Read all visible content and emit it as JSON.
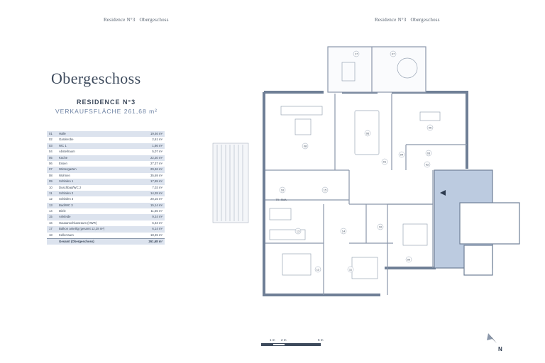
{
  "header": {
    "left": {
      "residence": "Residence N°3",
      "floor": "Obergeschoss"
    },
    "right": {
      "residence": "Residence N°3",
      "floor": "Obergeschoss"
    }
  },
  "title": "Obergeschoss",
  "residence": "RESIDENCE N°3",
  "area": "VERKAUFSFLÄCHE 261,68 m²",
  "rooms": [
    {
      "num": "01",
      "name": "Halle",
      "size": "19,46 m²"
    },
    {
      "num": "02",
      "name": "Garderobe",
      "size": "2,61 m²"
    },
    {
      "num": "03",
      "name": "WC 1",
      "size": "1,86 m²"
    },
    {
      "num": "04",
      "name": "Abstellraum",
      "size": "5,07 m²"
    },
    {
      "num": "05",
      "name": "Küche",
      "size": "22,20 m²"
    },
    {
      "num": "06",
      "name": "Essen",
      "size": "27,37 m²"
    },
    {
      "num": "07",
      "name": "Wintergarten",
      "size": "29,46 m²"
    },
    {
      "num": "08",
      "name": "Wohnen",
      "size": "35,69 m²"
    },
    {
      "num": "09",
      "name": "Schlafen 1",
      "size": "17,55 m²"
    },
    {
      "num": "10",
      "name": "Duschbad/WC 2",
      "size": "7,03 m²"
    },
    {
      "num": "11",
      "name": "Schlafen 2",
      "size": "14,28 m²"
    },
    {
      "num": "12",
      "name": "Schlafen 3",
      "size": "20,15 m²"
    },
    {
      "num": "13",
      "name": "Bad/WC 3",
      "size": "15,14 m²"
    },
    {
      "num": "14",
      "name": "Diele",
      "size": "11,55 m²"
    },
    {
      "num": "15",
      "name": "Ankleide",
      "size": "9,24 m²"
    },
    {
      "num": "16",
      "name": "Hausanschlussraum (HWR)",
      "size": "6,43 m²"
    },
    {
      "num": "17",
      "name": "Balkon anteilig (gesamt 12,28 m²)",
      "size": "6,14 m²"
    },
    {
      "num": "18",
      "name": "Kellerraum",
      "size": "18,45 m²"
    }
  ],
  "total": {
    "name": "Gesamt (Obergeschoss)",
    "size": "261,68 m²"
  },
  "plan_labels": {
    "r01": "01",
    "r02": "02",
    "r03": "03",
    "r04": "04",
    "r05": "05",
    "r06": "06",
    "r07": "07",
    "r08": "08",
    "r09": "09",
    "r10": "10",
    "r11": "11",
    "r12": "12",
    "r13": "13",
    "r14": "14",
    "r15": "15",
    "r16": "16",
    "r17": "17",
    "tr": "TR / RMA"
  },
  "scale": {
    "a": "1 m",
    "b": "2 m",
    "c": "5 m"
  },
  "north": "N",
  "colors": {
    "wall": "#6f7f96",
    "stair": "#bccbe0",
    "text": "#3d4a5c",
    "table_stripe": "#dce3ee"
  }
}
